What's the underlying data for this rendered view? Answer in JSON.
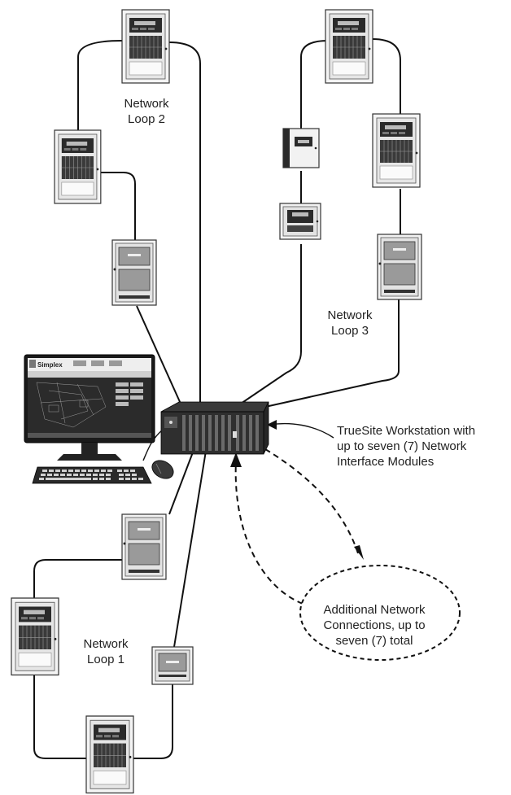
{
  "labels": {
    "loop2": "Network\nLoop 2",
    "loop3": "Network\nLoop 3",
    "loop1": "Network\nLoop 1",
    "workstation": "TrueSite Workstation with\nup to seven (7) Network\nInterface Modules",
    "additional": "Additional Network\nConnections, up to\nseven (7) total"
  },
  "screen": {
    "brand": "Simplex"
  },
  "icons": [
    "fire-alarm-control-panel-icon",
    "annunciator-cabinet-icon",
    "network-node-icon",
    "workstation-tower-icon",
    "monitor-icon",
    "keyboard-icon",
    "mouse-icon"
  ]
}
